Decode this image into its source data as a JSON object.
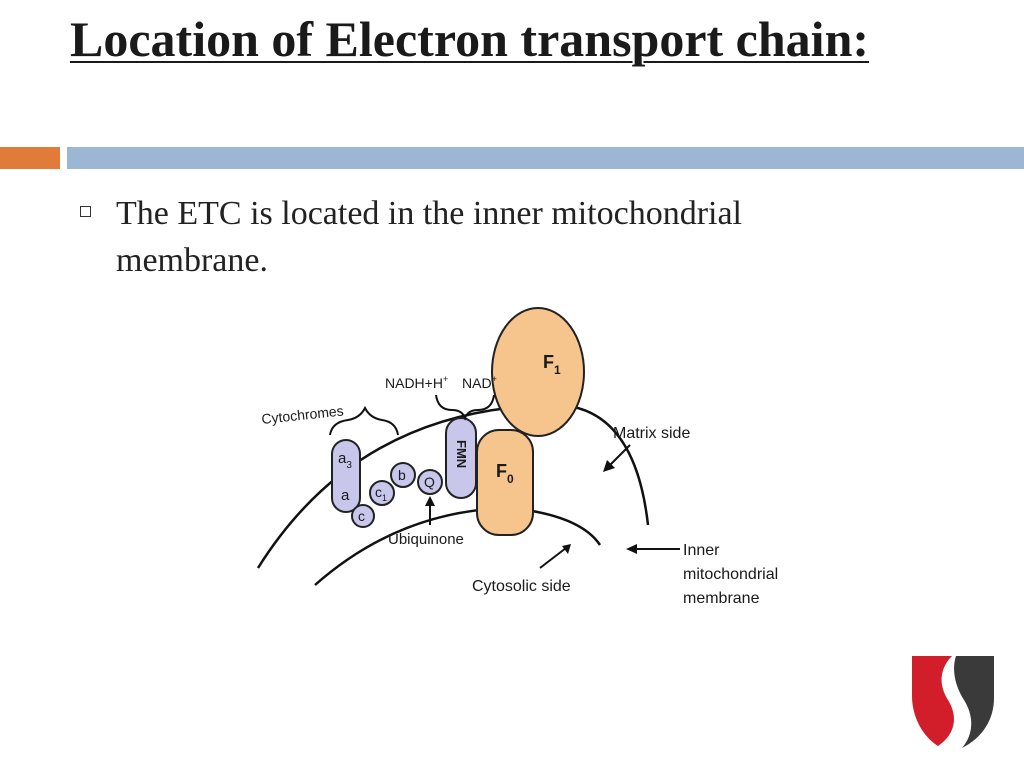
{
  "slide": {
    "title": "Location of Electron  transport chain:",
    "bullet": "The ETC is located in the inner mitochondrial membrane."
  },
  "diagram": {
    "labels": {
      "cytochromes": "Cytochromes",
      "nadh": "NADH+H",
      "nadh_sup": "+",
      "nad": "NAD",
      "nad_sup": "+",
      "f1": "F",
      "f1_sub": "1",
      "f0": "F",
      "f0_sub": "0",
      "fmn": "FMN",
      "a3": "a",
      "a3_sub": "3",
      "a": "a",
      "c1": "c",
      "c1_sub": "1",
      "c": "c",
      "b": "b",
      "q": "Q",
      "ubiquinone": "Ubiquinone",
      "matrix_side": "Matrix side",
      "cytosolic_side": "Cytosolic side",
      "inner_membrane": [
        "Inner",
        "mitochondrial",
        "membrane"
      ]
    }
  },
  "colors": {
    "title_bar": "#9bb7d4",
    "accent_bar": "#e07b39",
    "atp_synthase": "#f6c48d",
    "cytochrome_fill": "#c9c6ec",
    "logo_red": "#d21e2b",
    "logo_dark": "#3a3a3a"
  }
}
